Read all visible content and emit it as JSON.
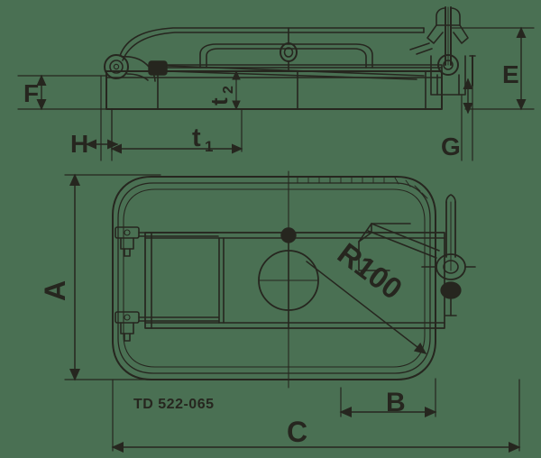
{
  "drawing": {
    "title": "TD 522-065",
    "type": "technical-engineering-drawing",
    "subject": "rectangular manhole / hatch cover with hinge and latch assembly",
    "views": [
      "side-elevation",
      "plan-view"
    ],
    "colors": {
      "background": "#4a7053",
      "line": "#26261f",
      "label": "#26261f"
    }
  },
  "dimension_labels": {
    "A": "A",
    "B": "B",
    "C": "C",
    "E": "E",
    "F": "F",
    "G": "G",
    "H": "H",
    "t1": "t",
    "t1_sub": "1",
    "t2": "t",
    "t2_sub": "2"
  },
  "annotations": {
    "radius": "R100",
    "part_number": "TD 522-065"
  }
}
